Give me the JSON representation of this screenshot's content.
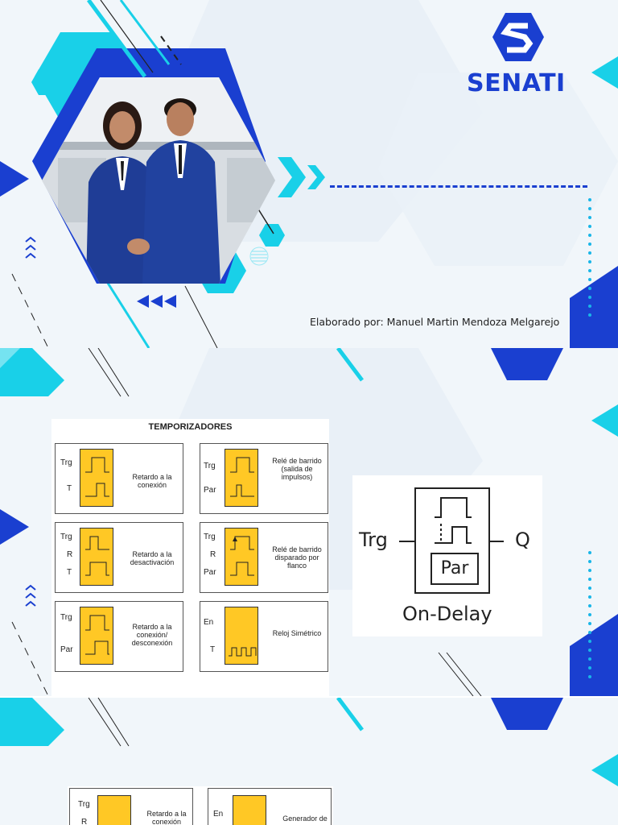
{
  "brand": {
    "name": "SENATI",
    "color": "#1a3fd0",
    "accent": "#19d0e8"
  },
  "cover": {
    "author": "Elaborado por: Manuel Martin Mendoza Melgarejo"
  },
  "timers": {
    "title": "TEMPORIZADORES",
    "cells": [
      {
        "pins": [
          "Trg",
          "T"
        ],
        "desc": "Retardo a la conexión"
      },
      {
        "pins": [
          "Trg",
          "Par"
        ],
        "desc": "Relé de barrido (salida de impulsos)"
      },
      {
        "pins": [
          "Trg",
          "R",
          "T"
        ],
        "desc": "Retardo a la desactivación"
      },
      {
        "pins": [
          "Trg",
          "R",
          "Par"
        ],
        "desc": "Relé de barrido disparado por flanco"
      },
      {
        "pins": [
          "Trg",
          "Par"
        ],
        "desc": "Retardo a la conexión/ desconexión"
      },
      {
        "pins": [
          "En",
          "T"
        ],
        "desc": "Reloj Simétrico"
      }
    ]
  },
  "on_delay": {
    "input": "Trg",
    "output": "Q",
    "param": "Par",
    "caption": "On-Delay"
  },
  "page3": {
    "cells": [
      {
        "pins": [
          "Trg",
          "R"
        ],
        "desc": "Retardo a la conexión"
      },
      {
        "pins": [
          "En"
        ],
        "desc": "Generador de"
      }
    ]
  }
}
